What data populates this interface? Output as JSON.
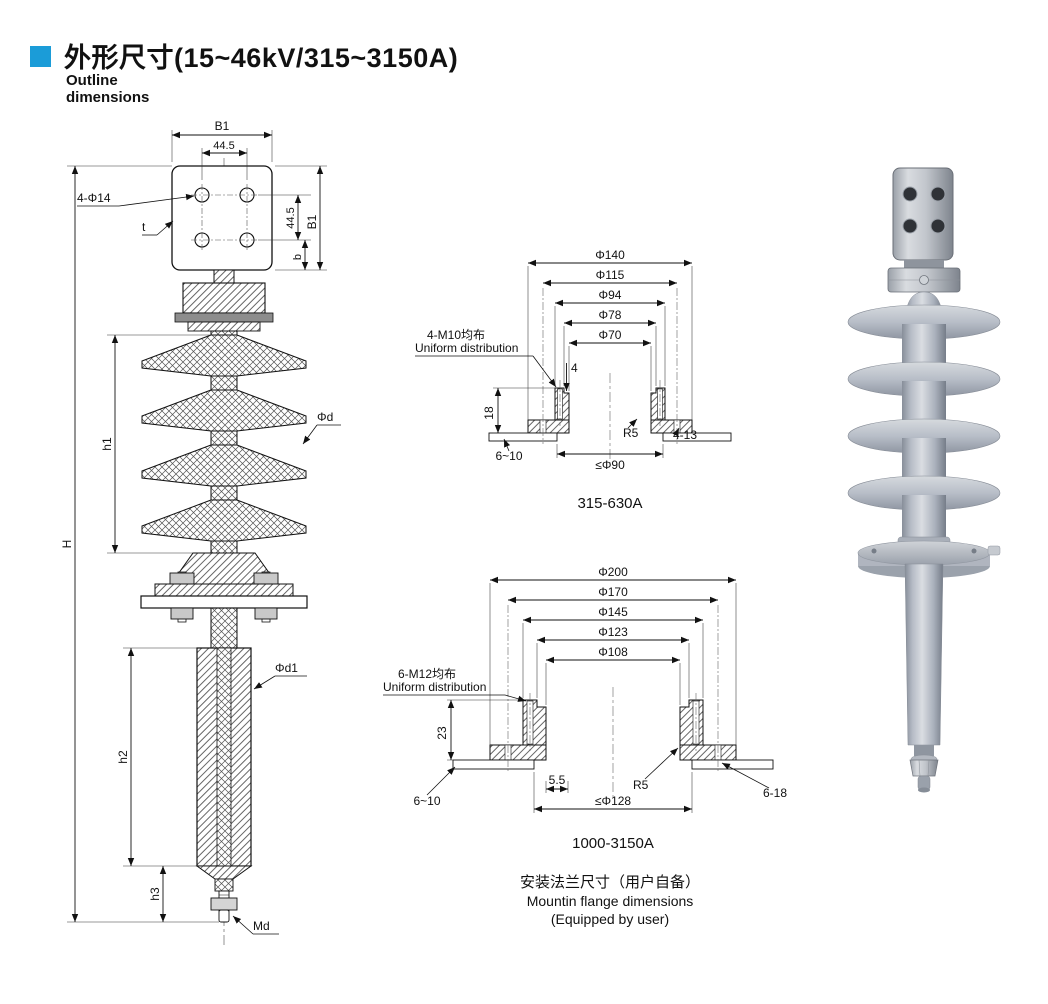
{
  "header": {
    "title": "外形尺寸(15~46kV/315~3150A)",
    "subtitle": "Outline dimensions"
  },
  "outline_drawing": {
    "b1_top": "B1",
    "spacing_top": "44.5",
    "holes": "4-Φ14",
    "thickness_t": "t",
    "spacing_right": "44.5",
    "b1_right": "B1",
    "thickness_b": "b",
    "h1": "h1",
    "phi_d": "Φd",
    "total_height": "H",
    "phi_d1": "Φd1",
    "h2": "h2",
    "h3": "h3",
    "thread_md": "Md"
  },
  "flange_small": {
    "dia_outer": "Φ140",
    "dia_bolt_circle": "Φ115",
    "dia_ring_outer": "Φ94",
    "dia_step": "Φ78",
    "dia_bore": "Φ70",
    "bolt_note_cn": "4-M10均布",
    "bolt_note_en": "Uniform distribution",
    "step_height": "4",
    "section_height": "18",
    "plate_thickness": "6~10",
    "fillet": "R5",
    "bolt_holes": "4-13",
    "cutout": "≤Φ90",
    "caption": "315-630A"
  },
  "flange_large": {
    "dia_outer": "Φ200",
    "dia_bolt_circle": "Φ170",
    "dia_ring_outer": "Φ145",
    "dia_step": "Φ123",
    "dia_bore": "Φ108",
    "bolt_note_cn": "6-M12均布",
    "bolt_note_en": "Uniform distribution",
    "step_dim": "5.5",
    "section_height": "23",
    "plate_thickness": "6~10",
    "fillet": "R5",
    "bolt_holes": "6-18",
    "cutout": "≤Φ128",
    "caption": "1000-3150A"
  },
  "flange_note": {
    "line_cn": "安装法兰尺寸（用户自备）",
    "line_en1": "Mountin flange dimensions",
    "line_en2": "(Equipped by user)"
  },
  "colors": {
    "accent_blue": "#1b9cd8",
    "line_black": "#111111",
    "product_gray": "#b7bdc7"
  }
}
